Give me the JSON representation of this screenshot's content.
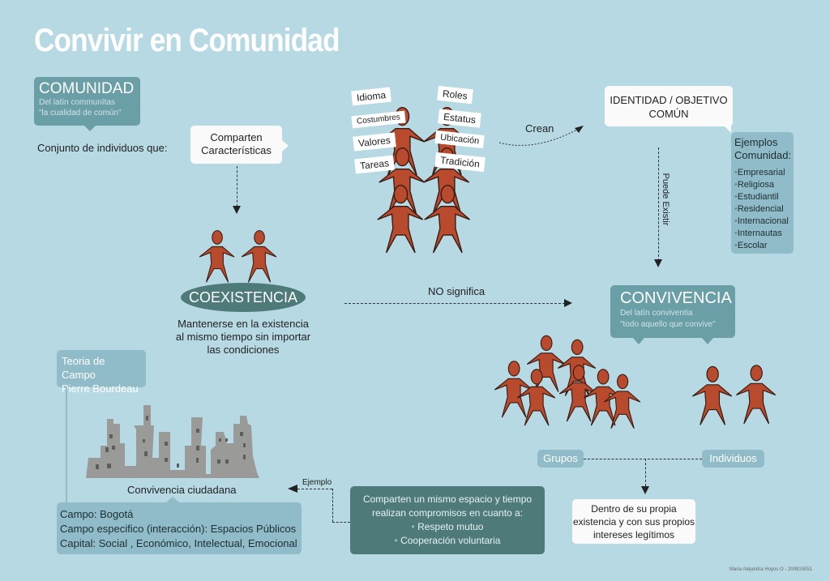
{
  "title": "Convivir en Comunidad",
  "comunidad": {
    "heading": "COMUNIDAD",
    "line1": "Del latín communītas",
    "line2": "\"la cualidad de común\""
  },
  "conjunto": "Conjunto de individuos que:",
  "comparten_caracteristicas": {
    "line1": "Comparten",
    "line2": "Características"
  },
  "coexistencia": {
    "heading": "COEXISTENCIA",
    "line1": "Mantenerse en la existencia",
    "line2": "al mismo tiempo sin importar",
    "line3": "las condiciones"
  },
  "characteristics_left": [
    "Idioma",
    "Costumbres",
    "Valores",
    "Tareas"
  ],
  "characteristics_right": [
    "Roles",
    "Estatus",
    "Ubicación",
    "Tradición"
  ],
  "crean": "Crean",
  "identidad": {
    "line1": "IDENTIDAD / OBJETIVO",
    "line2": "COMÚN"
  },
  "ejemplos": {
    "heading1": "Ejemplos",
    "heading2": "Comunidad:",
    "items": [
      "Empresarial",
      "Religiosa",
      "Estudiantil",
      "Residencial",
      "Internacional",
      "Internautas",
      "Escolar"
    ]
  },
  "puede_existir": "Puede Existir",
  "no_significa": "NO significa",
  "convivencia": {
    "heading": "CONVIVENCIA",
    "line1": "Del latín conviventia",
    "line2": "\"todo aquello que convive\""
  },
  "grupos": "Grupos",
  "individuos": "Individuos",
  "dentro": {
    "line1": "Dentro de su propia",
    "line2": "existencia y con sus propios",
    "line3": "intereses legítimos"
  },
  "comparten_espacio": {
    "line1": "Comparten un mismo espacio y tiempo",
    "line2": "realizan compromisos en cuanto a:",
    "bullet1": "Respeto mutuo",
    "bullet2": "Cooperación voluntaria"
  },
  "ejemplo": "Ejemplo",
  "teoria": {
    "line1": "Teoria de Campo",
    "line2": "Pierre Bourdeau"
  },
  "convivencia_ciudadana": "Convivencia ciudadana",
  "campo": {
    "line1": "Campo: Bogotá",
    "line2": "Campo especifico (interacción): Espacios Públicos",
    "line3": "Capital: Social , Económico, Intelectual, Emocional"
  },
  "signature": "Maria Alejandra Hoyos O - 200915051",
  "colors": {
    "background": "#b6d9e4",
    "teal": "#6a9fa8",
    "dark_teal": "#4e7a7a",
    "light_teal": "#8fbcc8",
    "figure": "#b84a2e",
    "city": "#9a9a98"
  }
}
